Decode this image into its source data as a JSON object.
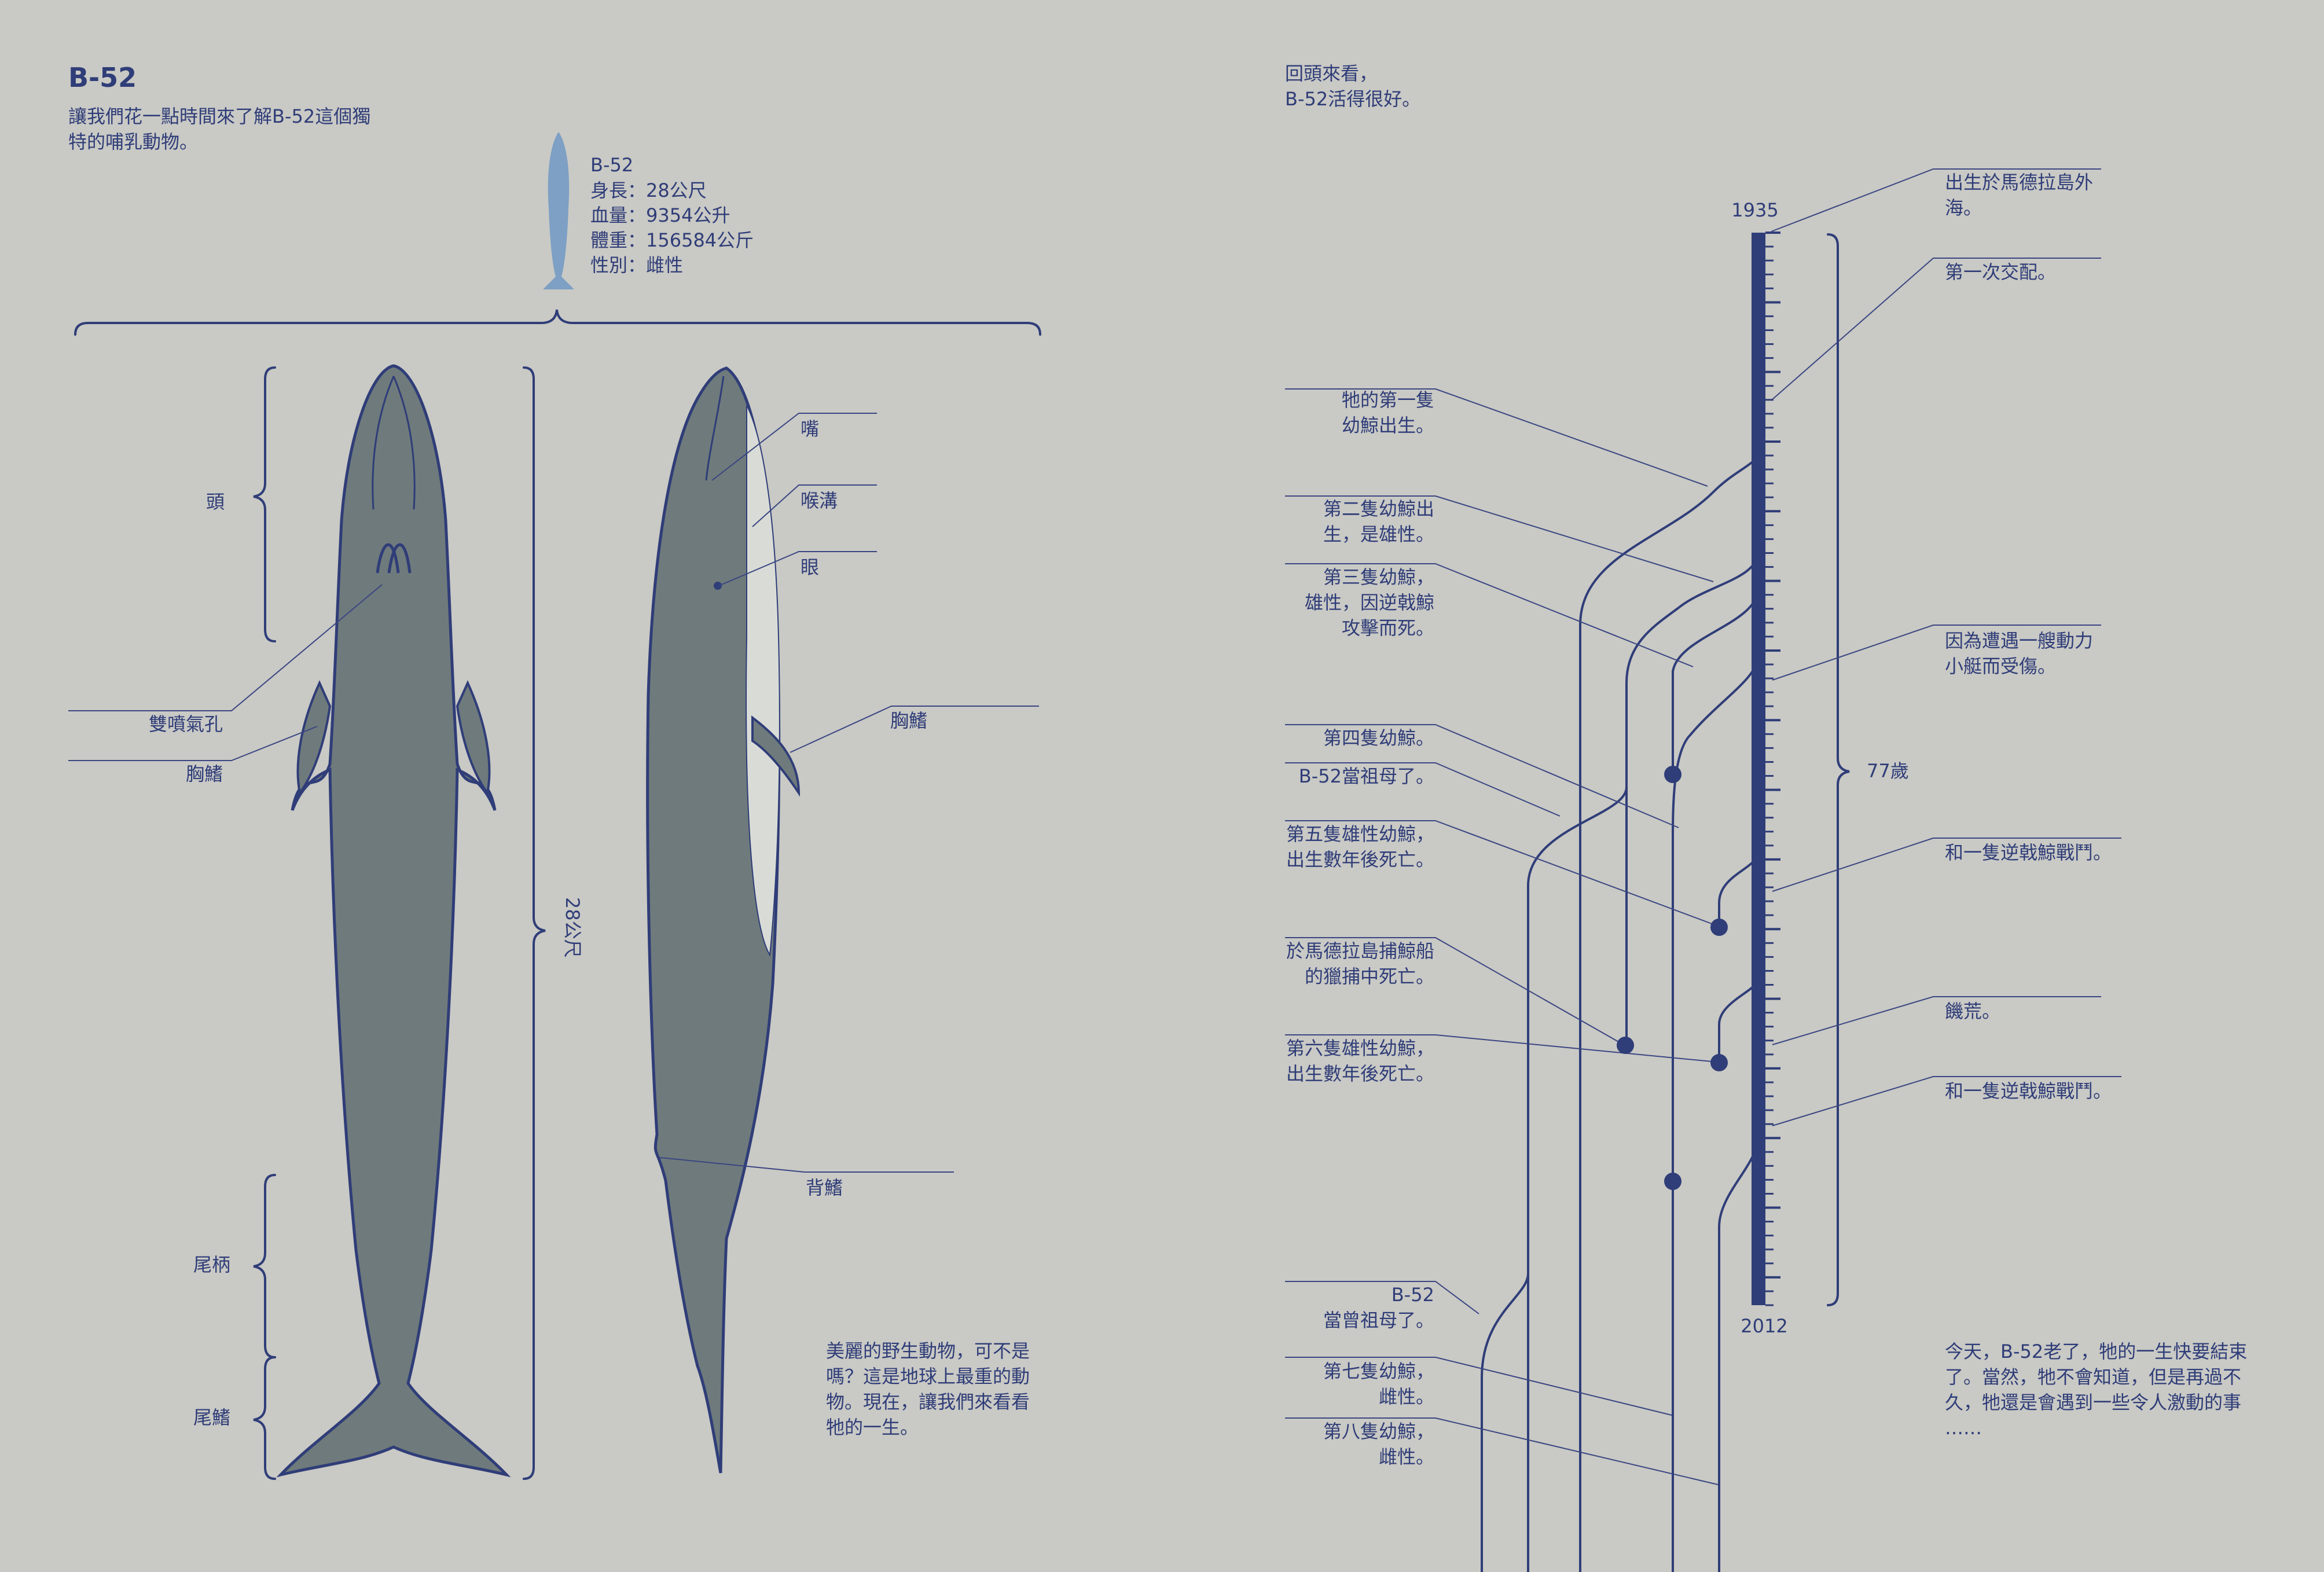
{
  "intro": {
    "title": "B-52",
    "line1": "讓我們花一點時間來了解B-52這個獨",
    "line2": "特的哺乳動物。"
  },
  "stats": {
    "name": "B-52",
    "length": "身長：28公尺",
    "blood": "血量：9354公升",
    "weight": "體重：156584公斤",
    "sex": "性別：雌性"
  },
  "anatomy": {
    "head": "頭",
    "blowhole": "雙噴氣孔",
    "flipper_left": "胸鰭",
    "tail_stock": "尾柄",
    "fluke": "尾鰭",
    "length_label": "28公尺",
    "mouth": "嘴",
    "throat_grooves": "喉溝",
    "eye": "眼",
    "flipper_right": "胸鰭",
    "dorsal_fin": "背鰭"
  },
  "caption_left": [
    "美麗的野生動物，可不是",
    "嗎？這是地球上最重的動",
    "物。現在，讓我們來看看",
    "牠的一生。"
  ],
  "lookback": [
    "回頭來看，",
    "B-52活得很好。"
  ],
  "timeline": {
    "start_year": "1935",
    "end_year": "2012",
    "age": "77歲",
    "ticks_major_every": 5
  },
  "right_events": [
    [
      "出生於馬德拉島外",
      "海。"
    ],
    [
      "第一次交配。"
    ],
    [
      "因為遭遇一艘動力",
      "小艇而受傷。"
    ],
    [
      "和一隻逆戟鯨戰鬥。"
    ],
    [
      "饑荒。"
    ],
    [
      "和一隻逆戟鯨戰鬥。"
    ]
  ],
  "left_events": [
    [
      "牠的第一隻",
      "幼鯨出生。"
    ],
    [
      "第二隻幼鯨出",
      "生，是雄性。"
    ],
    [
      "第三隻幼鯨，",
      "雄性，因逆戟鯨",
      "攻擊而死。"
    ],
    [
      "第四隻幼鯨。"
    ],
    [
      "B-52當祖母了。"
    ],
    [
      "第五隻雄性幼鯨，",
      "出生數年後死亡。"
    ],
    [
      "於馬德拉島捕鯨船",
      "的獵捕中死亡。"
    ],
    [
      "第六隻雄性幼鯨，",
      "出生數年後死亡。"
    ],
    [
      "B-52",
      "當曾祖母了。"
    ],
    [
      "第七隻幼鯨，",
      "雌性。"
    ],
    [
      "第八隻幼鯨，",
      "雌性。"
    ]
  ],
  "closing": [
    "今天，B-52老了，牠的一生快要結束",
    "了。當然，牠不會知道，但是再過不",
    "久，牠還是會遇到一些令人激動的事",
    "……"
  ],
  "colors": {
    "background": "#c9c9c5",
    "ink": "#2f3d78",
    "whale_body": "#6f7a7c",
    "whale_small": "#7da0c4",
    "throat": "#d9dcd6"
  }
}
